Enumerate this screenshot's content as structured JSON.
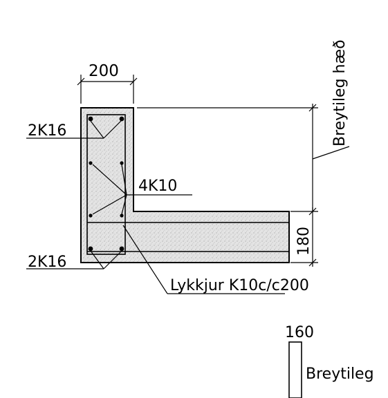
{
  "labels": {
    "dim_width": "200",
    "rebar_top": "2K16",
    "rebar_side": "4K10",
    "rebar_bottom": "2K16",
    "dim_thickness": "180",
    "stirrup": "Lykkjur K10c/c200",
    "height_note": "Breytileg hæð",
    "dim_small": "160",
    "small_note": "Breytileg"
  },
  "colors": {
    "ink": "#000000",
    "concrete": "#d9d9d9",
    "paper": "#ffffff"
  }
}
